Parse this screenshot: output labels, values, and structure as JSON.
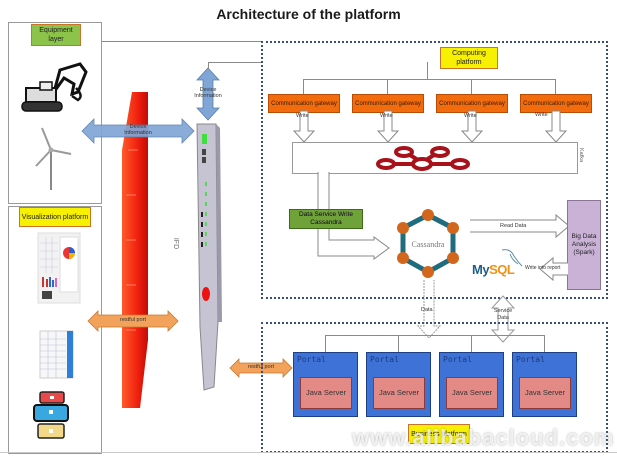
{
  "title": "Architecture of the platform",
  "layers": {
    "equipment": {
      "label": "Equipment layer",
      "items": [
        "excavator-icon",
        "wind-turbine-icon"
      ]
    },
    "visualization": {
      "label": "Visualization platform",
      "items": [
        "dashboard-icon",
        "report-table-icon",
        "mobile-devices-icon"
      ]
    },
    "computing": {
      "label": "Computing platform"
    },
    "business": {
      "label": "Business platform"
    }
  },
  "arrows": {
    "device_info_horizontal": "Device Information",
    "device_info_vertical": "Device Information",
    "restful_left": "restful port",
    "restful_right": "restful port",
    "write": "Write",
    "read_data": "Read Data",
    "write_into_report": "Write into report",
    "data": "Data",
    "service_data": "Service Data"
  },
  "gateways": [
    {
      "label": "Communication gateway"
    },
    {
      "label": "Communication gateway"
    },
    {
      "label": "Communication gateway"
    },
    {
      "label": "Communication gateway"
    }
  ],
  "kafka": {
    "label": "Kafka"
  },
  "data_service": {
    "label": "Data Service Write Cassandra"
  },
  "cassandra": {
    "label": "Cassandra"
  },
  "mysql": {
    "label_my": "My",
    "label_sql": "SQL"
  },
  "spark": {
    "label": "Big Data Analysis (Spark)"
  },
  "firewall": {
    "label": "IFD"
  },
  "portals": [
    {
      "portal": "Portal",
      "server": "Java Server"
    },
    {
      "portal": "Portal",
      "server": "Java Server"
    },
    {
      "portal": "Portal",
      "server": "Java Server"
    },
    {
      "portal": "Portal",
      "server": "Java Server"
    }
  ],
  "watermark": "www.alibabacloud.com",
  "colors": {
    "gateway": "#f26c0d",
    "portal": "#3f72d6",
    "java_server": "#e48a86",
    "cassandra_node": "#d2661c",
    "cassandra_ring": "#1f6c7e",
    "kafka_logo": "#a8121a",
    "firewall_red": "#e61b0c"
  }
}
